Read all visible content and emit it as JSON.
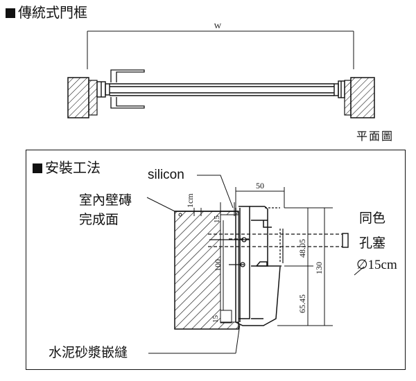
{
  "top_title": "傳統式門框",
  "plan": {
    "width_label": "W",
    "caption": "平面圖"
  },
  "detail": {
    "title": "安裝工法",
    "label_silicon": "silicon",
    "label_wall_line1": "室內壁磚",
    "label_wall_line2": "完成面",
    "label_plug_line1": "同色",
    "label_plug_line2": "孔塞",
    "label_plug_line3": "∅15cm",
    "label_mortar": "水泥砂漿嵌縫",
    "dim_50": "50",
    "dim_1cm": "1cm",
    "dim_15_top": "15",
    "dim_100": "100",
    "dim_15_bottom": "15",
    "dim_48_05": "48.05",
    "dim_65_45": "65.45",
    "dim_130": "130"
  }
}
